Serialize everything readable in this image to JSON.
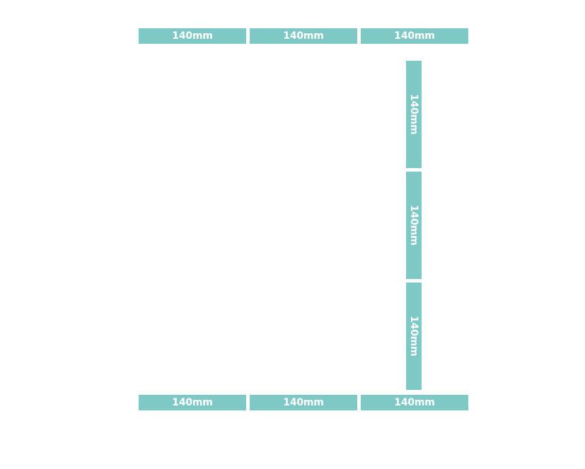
{
  "top_row": [
    {
      "label": "140mm"
    },
    {
      "label": "140mm"
    },
    {
      "label": "140mm"
    }
  ],
  "side_column": [
    {
      "label": "140mm"
    },
    {
      "label": "140mm"
    },
    {
      "label": "140mm"
    }
  ],
  "bottom_row": [
    {
      "label": "140mm"
    },
    {
      "label": "140mm"
    },
    {
      "label": "140mm"
    }
  ],
  "colors": {
    "slot_fill": "#7ec8c5",
    "slot_text": "#ffffff",
    "background": "#ffffff"
  }
}
